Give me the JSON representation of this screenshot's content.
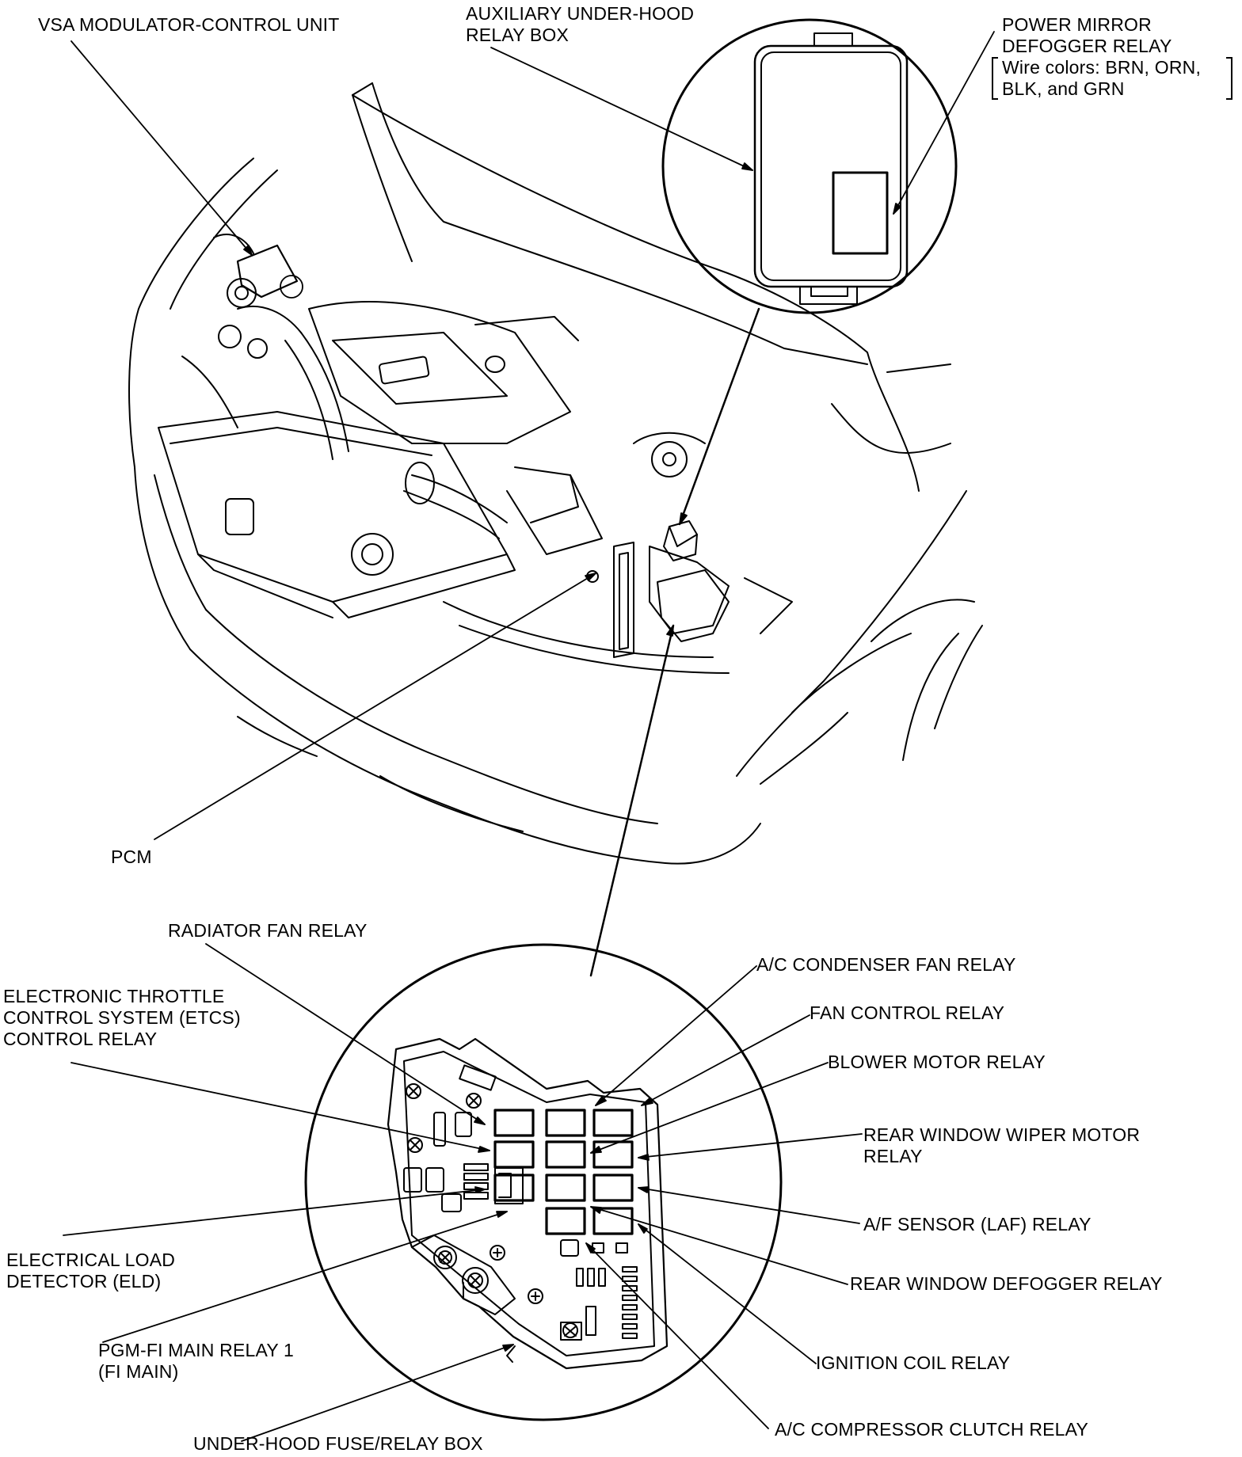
{
  "labels": {
    "vsa": [
      "VSA MODULATOR-CONTROL UNIT"
    ],
    "aux_box": [
      "AUXILIARY UNDER-HOOD",
      "RELAY BOX"
    ],
    "mirror_relay": [
      "POWER MIRROR",
      "DEFOGGER RELAY"
    ],
    "wire_colors": [
      "Wire colors: BRN, ORN,",
      "BLK, and GRN"
    ],
    "pcm": [
      "PCM"
    ],
    "radiator_fan": [
      "RADIATOR FAN RELAY"
    ],
    "etcs": [
      "ELECTRONIC THROTTLE",
      "CONTROL SYSTEM (ETCS)",
      "CONTROL RELAY"
    ],
    "eld": [
      "ELECTRICAL LOAD",
      "DETECTOR (ELD)"
    ],
    "pgm_fi": [
      "PGM-FI MAIN RELAY 1",
      "(FI MAIN)"
    ],
    "underhood_box": [
      "UNDER-HOOD FUSE/RELAY BOX"
    ],
    "ac_condenser": [
      "A/C CONDENSER FAN RELAY"
    ],
    "fan_control": [
      "FAN CONTROL RELAY"
    ],
    "blower": [
      "BLOWER MOTOR RELAY"
    ],
    "rear_wiper": [
      "REAR WINDOW WIPER MOTOR",
      "RELAY"
    ],
    "af_sensor": [
      "A/F SENSOR (LAF) RELAY"
    ],
    "rear_defogger": [
      "REAR WINDOW DEFOGGER RELAY"
    ],
    "ignition": [
      "IGNITION COIL RELAY"
    ],
    "ac_compressor": [
      "A/C COMPRESSOR CLUTCH RELAY"
    ]
  }
}
